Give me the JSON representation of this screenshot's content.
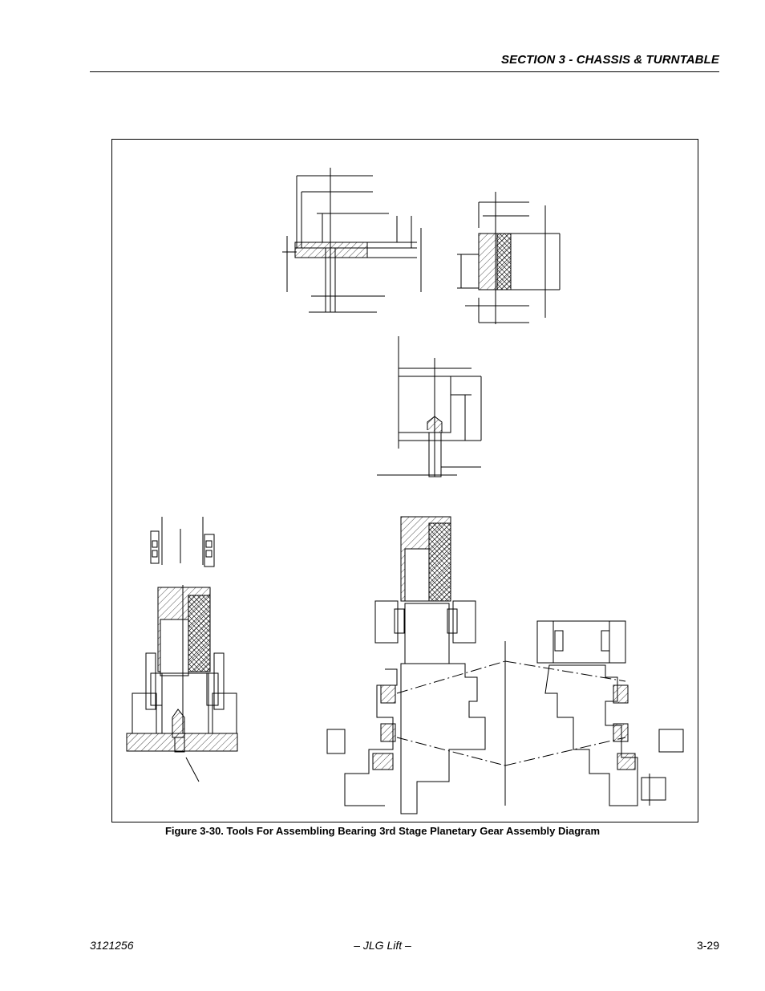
{
  "header": {
    "section_title": "SECTION 3 - CHASSIS & TURNTABLE"
  },
  "figure": {
    "caption": "Figure 3-30.  Tools For Assembling Bearing 3rd Stage Planetary Gear Assembly Diagram"
  },
  "footer": {
    "doc_number": "3121256",
    "center_text": "– JLG Lift –",
    "page_number": "3-29"
  }
}
